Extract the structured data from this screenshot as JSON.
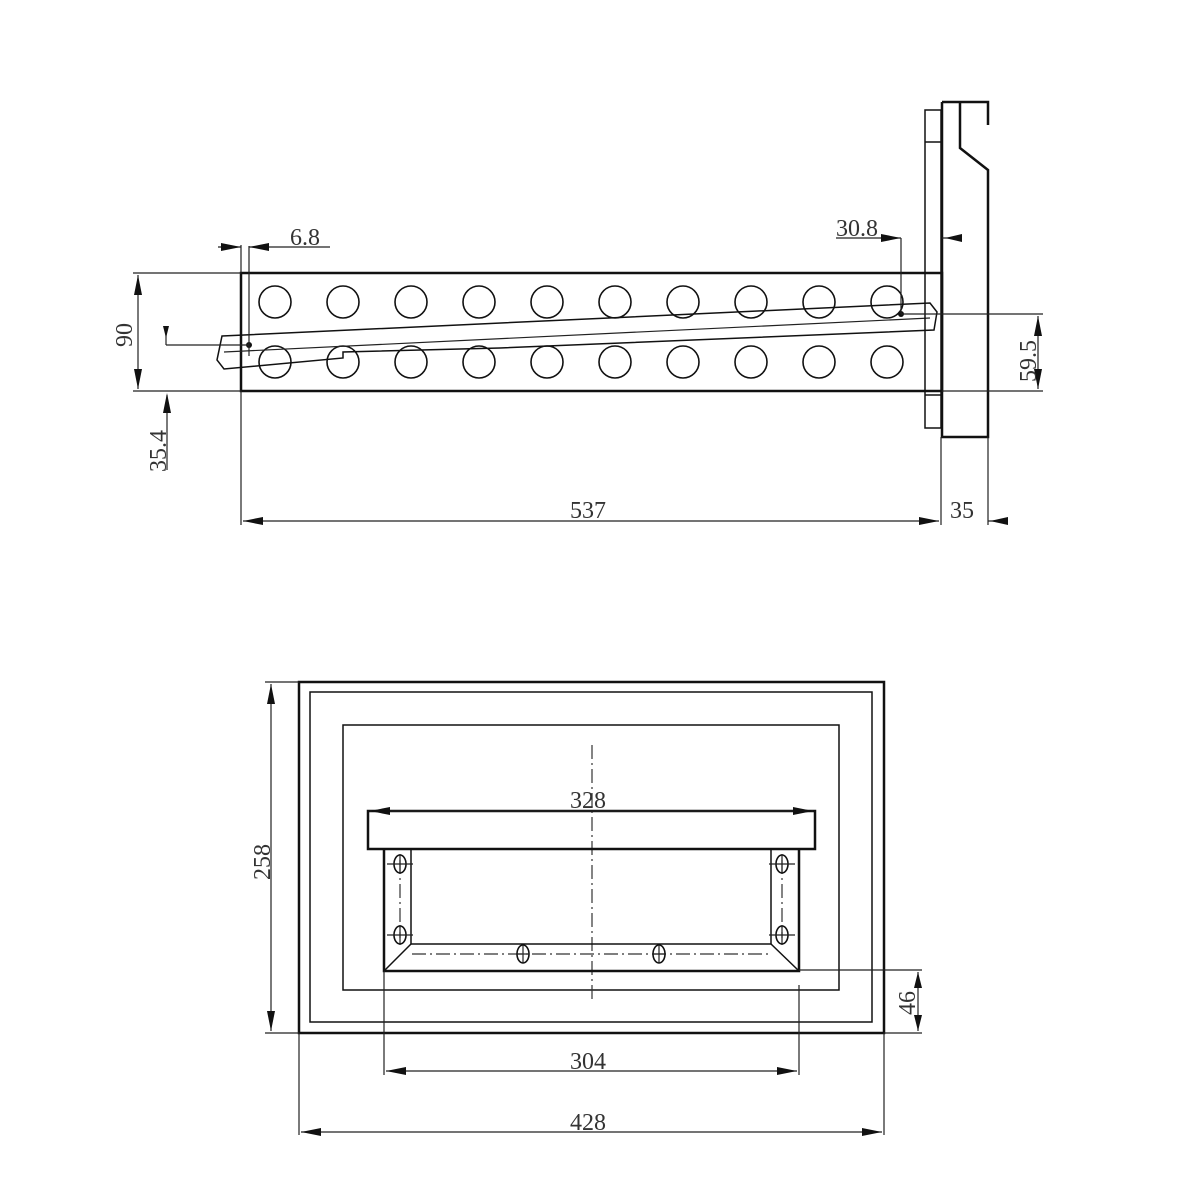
{
  "side_view": {
    "dimensions": {
      "offset_left": "6.8",
      "offset_right": "30.8",
      "height": "90",
      "lower_offset": "35.4",
      "rail_drop": "59.5",
      "length": "537",
      "bracket_depth": "35"
    },
    "hole_rows": 2,
    "holes_per_row": 10
  },
  "front_view": {
    "dimensions": {
      "outer_width": "428",
      "outer_height": "258",
      "top_rail_width": "328",
      "bracket_width": "304",
      "bottom_offset": "46"
    }
  },
  "colors": {
    "line": "#111111",
    "text": "#333333",
    "background": "#ffffff"
  }
}
